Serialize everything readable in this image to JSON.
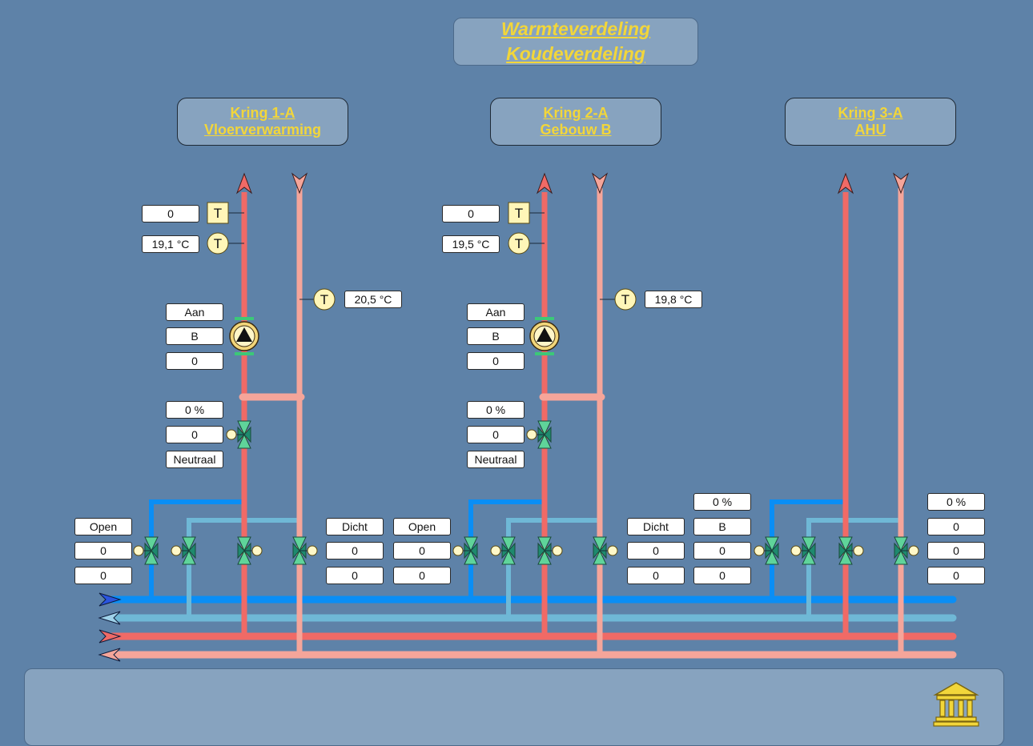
{
  "header": {
    "line1": "Warmteverdeling",
    "line2": "Koudeverdeling"
  },
  "circuits": [
    {
      "name": "Kring 1-A",
      "subtitle": "Vloerverwarming",
      "supply_temp_setpoint": "0",
      "supply_temp": "19,1 °C",
      "return_temp": "20,5 °C",
      "pump_status": "Aan",
      "pump_mode": "B",
      "pump_value": "0",
      "valve_position": "0 %",
      "valve_value": "0",
      "valve_mode": "Neutraal",
      "hot_valve_left": {
        "status": "Open",
        "value1": "0",
        "value2": "0"
      },
      "hot_valve_right": {
        "status": "Dicht",
        "value1": "0",
        "value2": "0"
      }
    },
    {
      "name": "Kring 2-A",
      "subtitle": "Gebouw B",
      "supply_temp_setpoint": "0",
      "supply_temp": "19,5 °C",
      "return_temp": "19,8 °C",
      "pump_status": "Aan",
      "pump_mode": "B",
      "pump_value": "0",
      "valve_position": "0 %",
      "valve_value": "0",
      "valve_mode": "Neutraal",
      "hot_valve_left": {
        "status": "Open",
        "value1": "0",
        "value2": "0"
      },
      "hot_valve_right": {
        "status": "Dicht",
        "value1": "0",
        "value2": "0"
      }
    },
    {
      "name": "Kring 3-A",
      "subtitle": "AHU",
      "valve_left": {
        "position": "0 %",
        "mode": "B",
        "value1": "0",
        "value2": "0"
      },
      "valve_right": {
        "position": "0 %",
        "value0": "0",
        "value1": "0",
        "value2": "0"
      }
    }
  ],
  "sensor_label": "T",
  "colors": {
    "background": "#5e82a8",
    "panel": "#87a3bf",
    "title_text": "#f2d63a",
    "hot_supply": "#f06a66",
    "hot_return": "#f5a59a",
    "cold_supply": "#0a8ef5",
    "cold_return": "#6fb8d6",
    "valve": "#5fd49a",
    "pump_ring": "#f2d67a"
  },
  "icons": [
    "arrow-up-icon",
    "arrow-down-icon",
    "pump-icon",
    "valve-icon",
    "temperature-sensor-icon",
    "building-icon"
  ]
}
